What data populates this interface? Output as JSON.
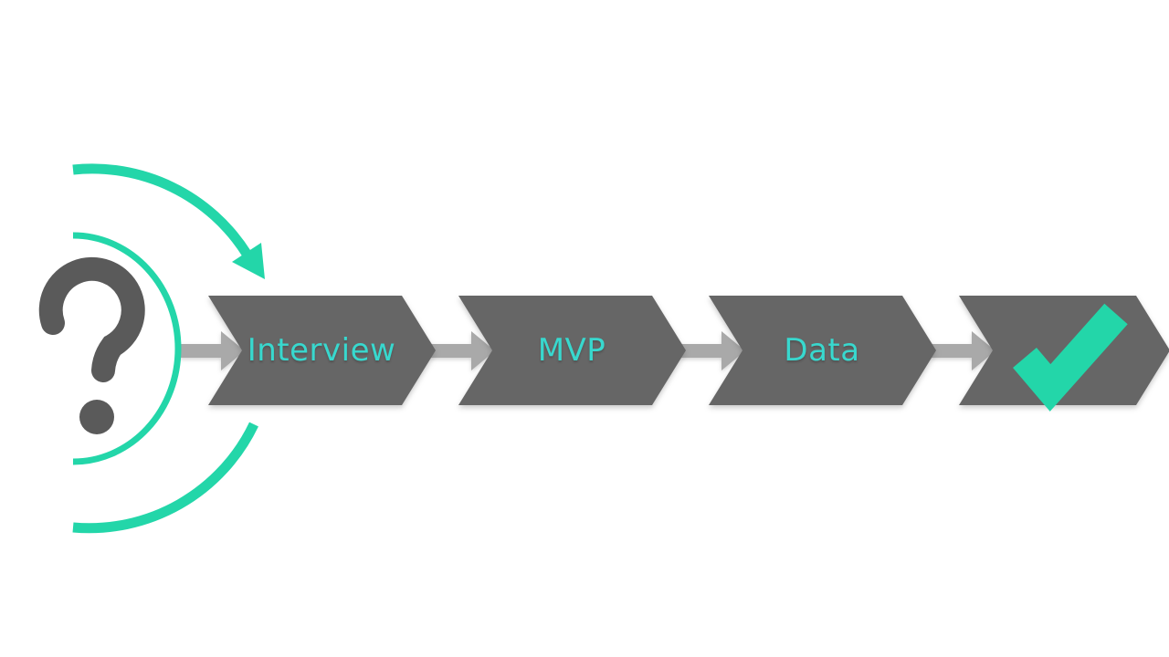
{
  "flow": {
    "start_symbol": "question-mark",
    "steps": [
      {
        "label": "Interview"
      },
      {
        "label": "MVP"
      },
      {
        "label": "Data"
      },
      {
        "label": "",
        "icon": "checkmark"
      }
    ]
  },
  "icons": {
    "start": "question-mark-icon",
    "loop_arrow": "curved-arrow-icon",
    "connector": "right-arrow-icon",
    "success": "checkmark-icon"
  },
  "colors": {
    "background": "#ffffff",
    "chevron_gray": "#666666",
    "question_gray": "#5a5a5a",
    "connector_gray": "#a9a9a9",
    "accent_teal": "#23d6a9",
    "label_teal": "#38d8ce"
  }
}
